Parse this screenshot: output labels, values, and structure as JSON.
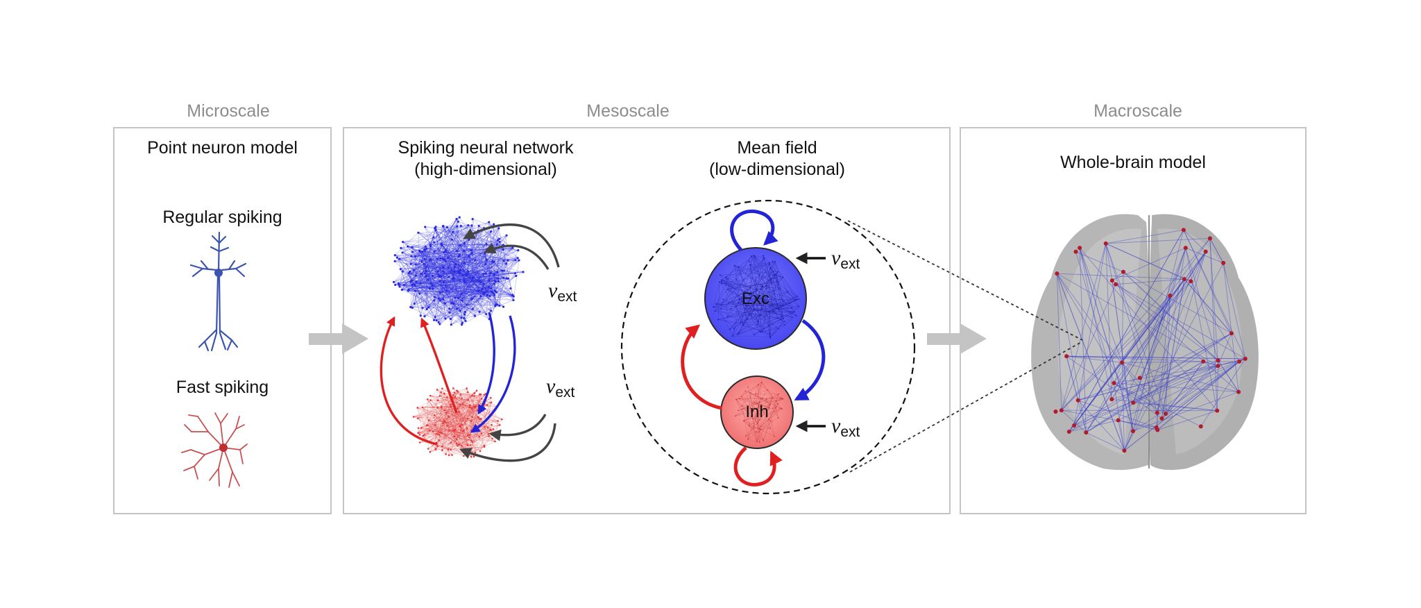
{
  "scales": {
    "micro": "Microscale",
    "meso": "Mesoscale",
    "macro": "Macroscale"
  },
  "micro": {
    "title": "Point neuron model",
    "regular": "Regular spiking",
    "fast": "Fast spiking"
  },
  "meso": {
    "snn_title_1": "Spiking neural network",
    "snn_title_2": "(high-dimensional)",
    "mf_title_1": "Mean field",
    "mf_title_2": "(low-dimensional)",
    "exc": "Exc",
    "inh": "Inh",
    "v": "v",
    "ext": "ext"
  },
  "macro": {
    "title": "Whole-brain model"
  },
  "colors": {
    "exc": "#2e2ee6",
    "inh": "#e03030",
    "arrow_gray": "#c0c0c0",
    "border": "#c4c4c4"
  }
}
